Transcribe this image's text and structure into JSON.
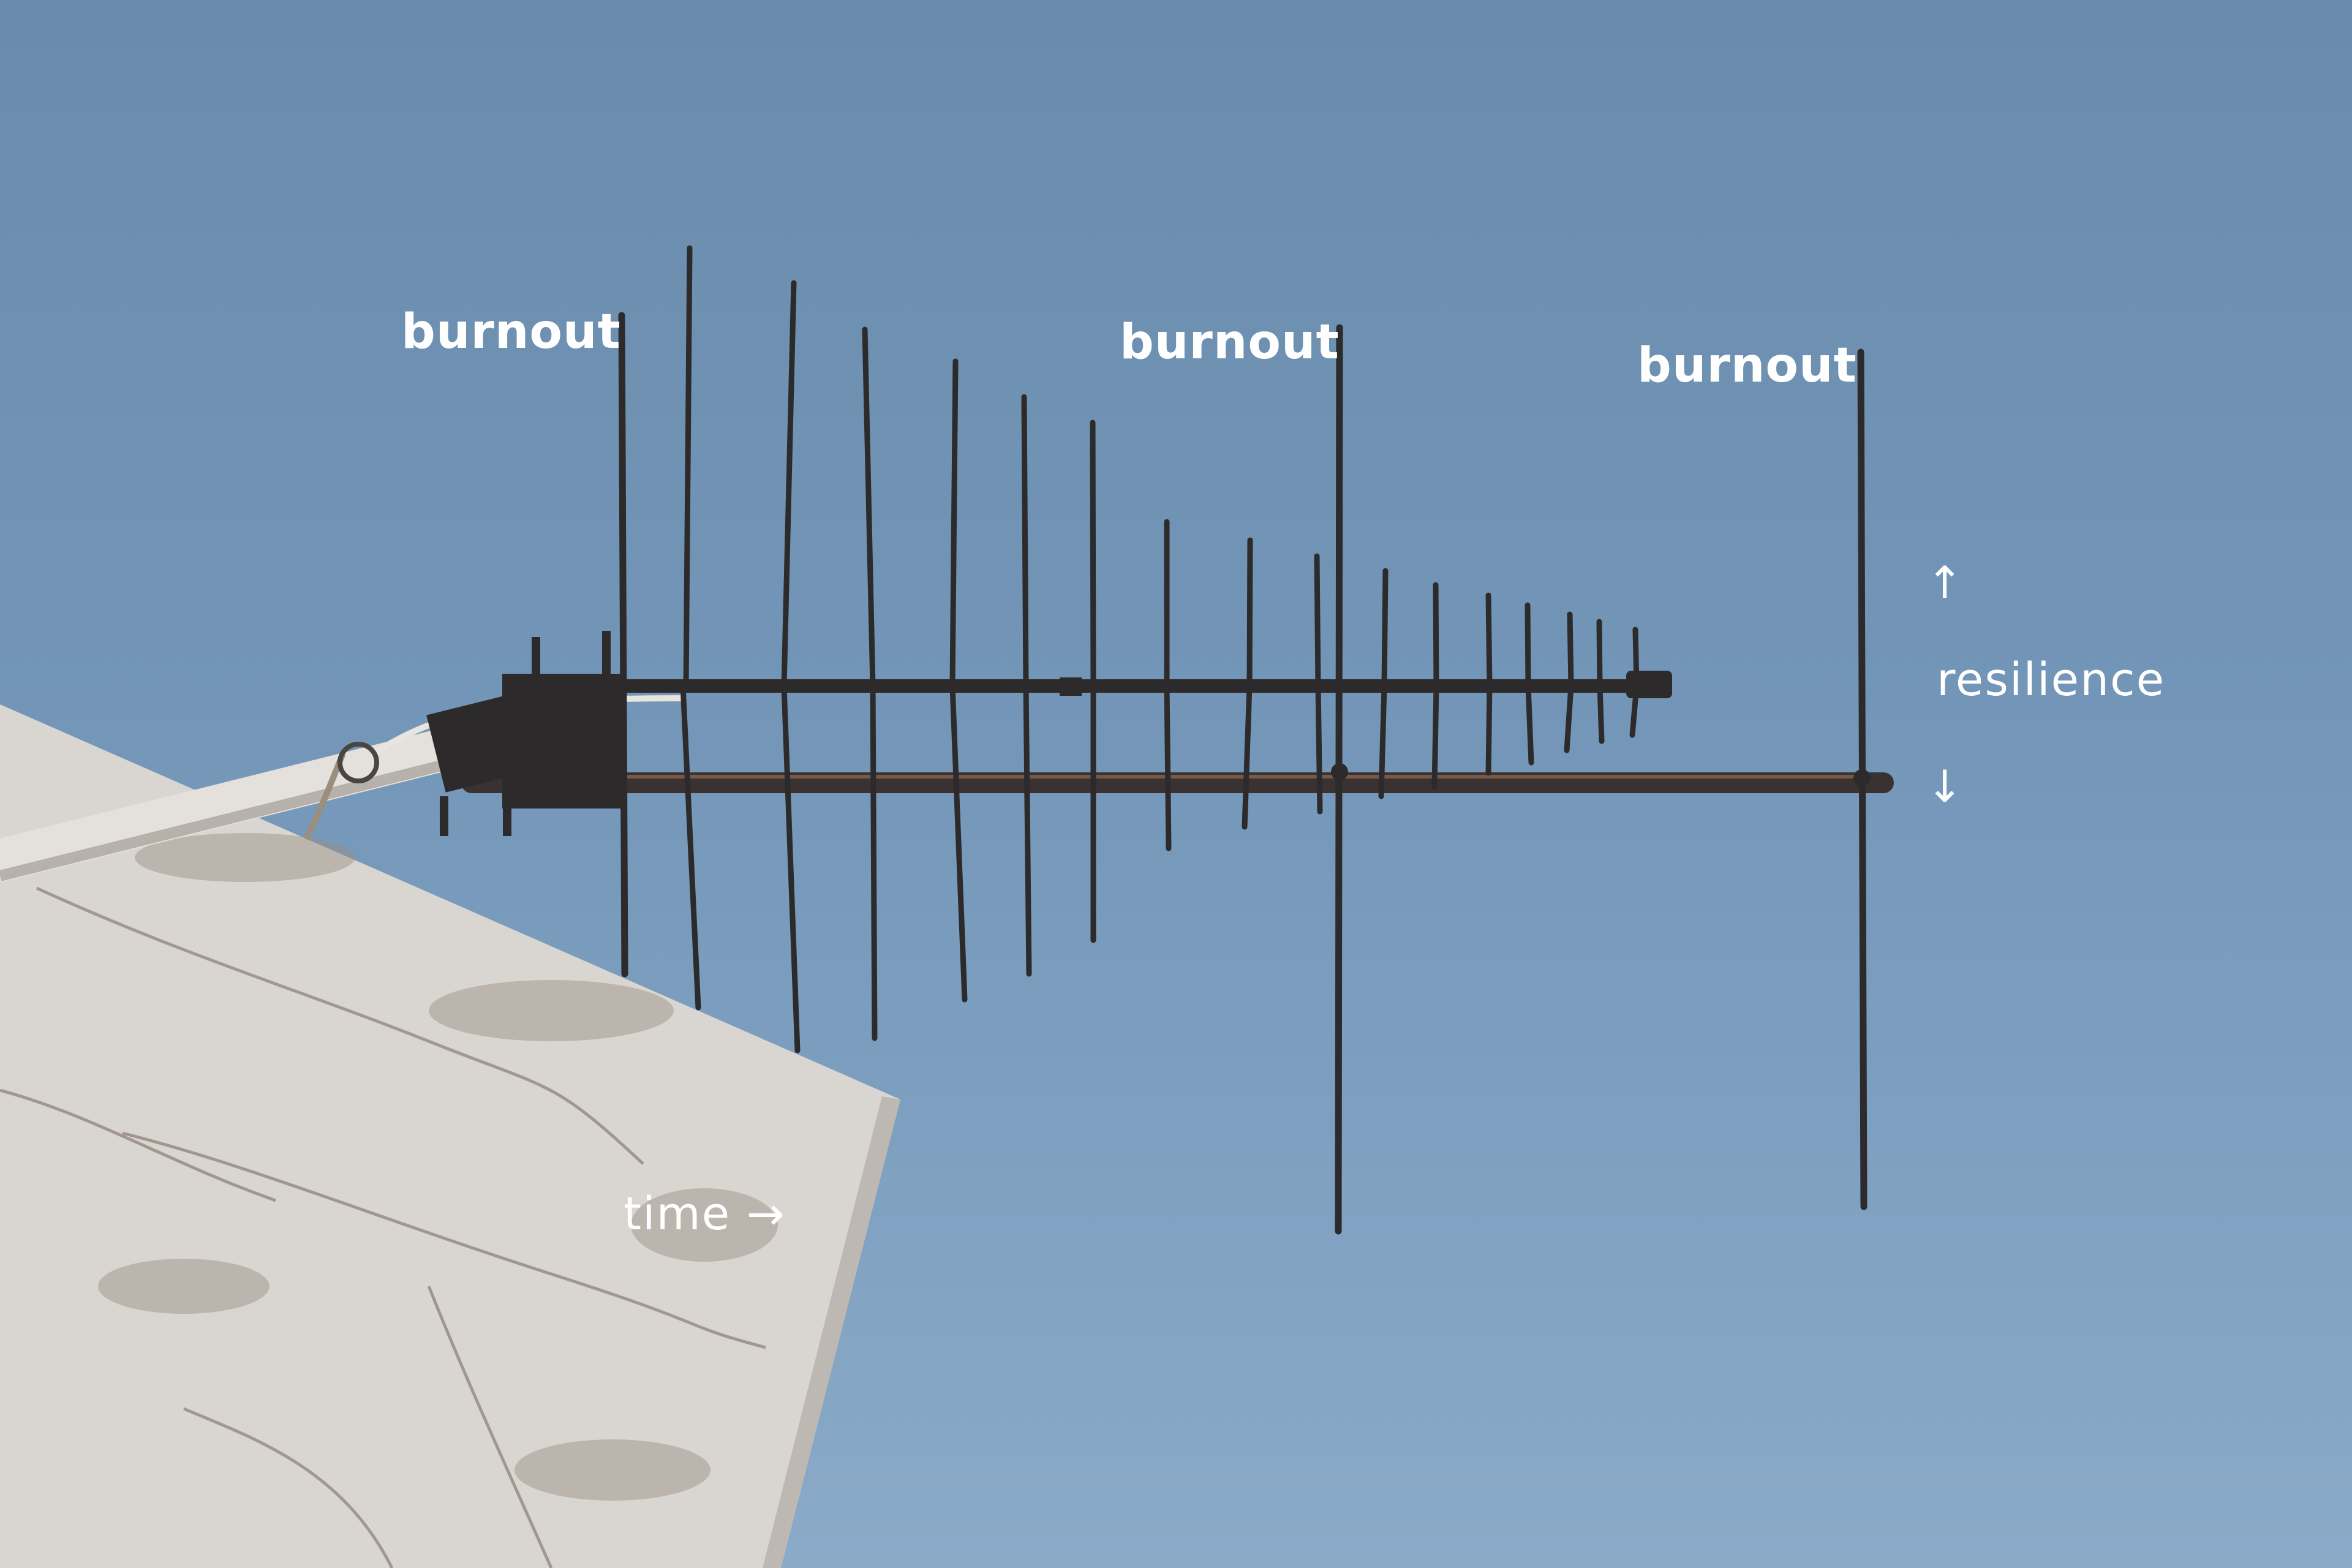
{
  "labels": {
    "burnout_1": "burnout",
    "burnout_2": "burnout",
    "burnout_3": "burnout",
    "resilience": "resilience",
    "time": "time →"
  },
  "arrows": {
    "up": "↑",
    "down": "↓"
  },
  "colors": {
    "sky_top": "#6a8bab",
    "sky_bottom": "#8aaac8",
    "antenna": "#2c2a2a",
    "wall": "#d9d6d2",
    "text": "#ffffff"
  }
}
